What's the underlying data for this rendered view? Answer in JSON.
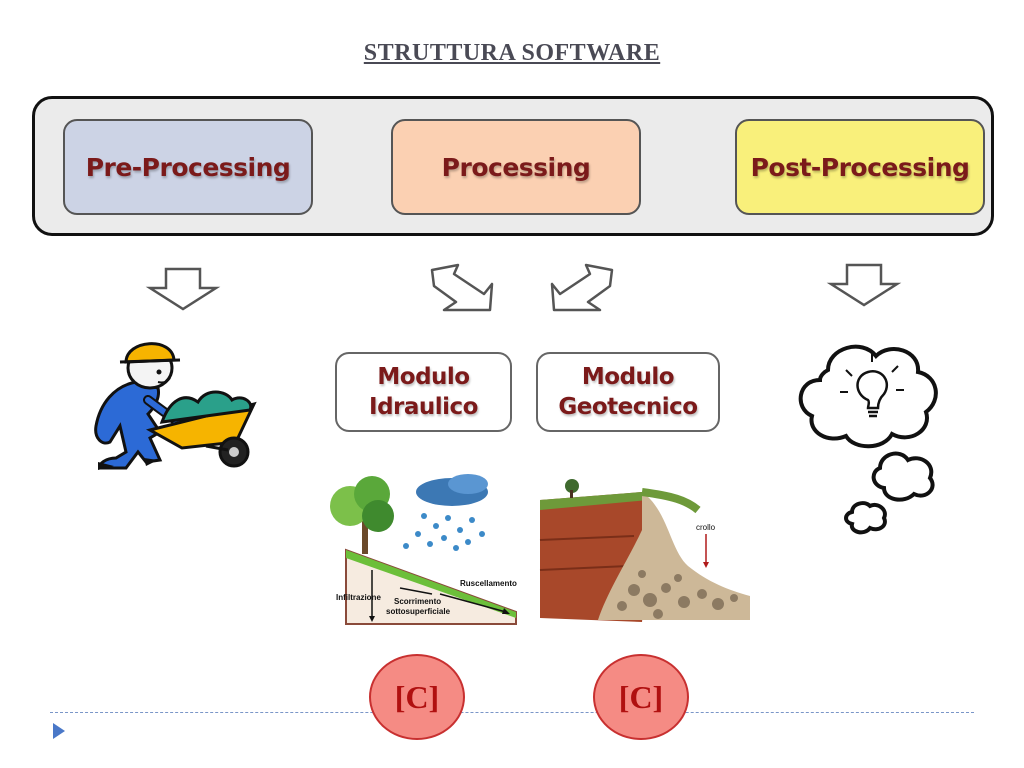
{
  "title": "STRUTTURA SOFTWARE",
  "stages": {
    "pre": "Pre-Processing",
    "processing": "Processing",
    "post": "Post-Processing"
  },
  "modules": {
    "idraulico": [
      "Modulo",
      "Idraulico"
    ],
    "geotecnico": [
      "Modulo",
      "Geotecnico"
    ]
  },
  "hydro_labels": {
    "infiltrazione": "Infiltrazione",
    "scorrimento_1": "Scorrimento",
    "scorrimento_2": "sottosuperficiale",
    "ruscellamento": "Ruscellamento"
  },
  "geo_labels": {
    "crollo": "crollo"
  },
  "references": [
    "[C]",
    "[C]"
  ],
  "colors": {
    "pre_fill": "#ccd3e5",
    "processing_fill": "#fbd0b2",
    "post_fill": "#f9f07b",
    "label_text": "#7b1a1a",
    "reference_fill": "#f58b84",
    "divider": "#7a96c8"
  }
}
